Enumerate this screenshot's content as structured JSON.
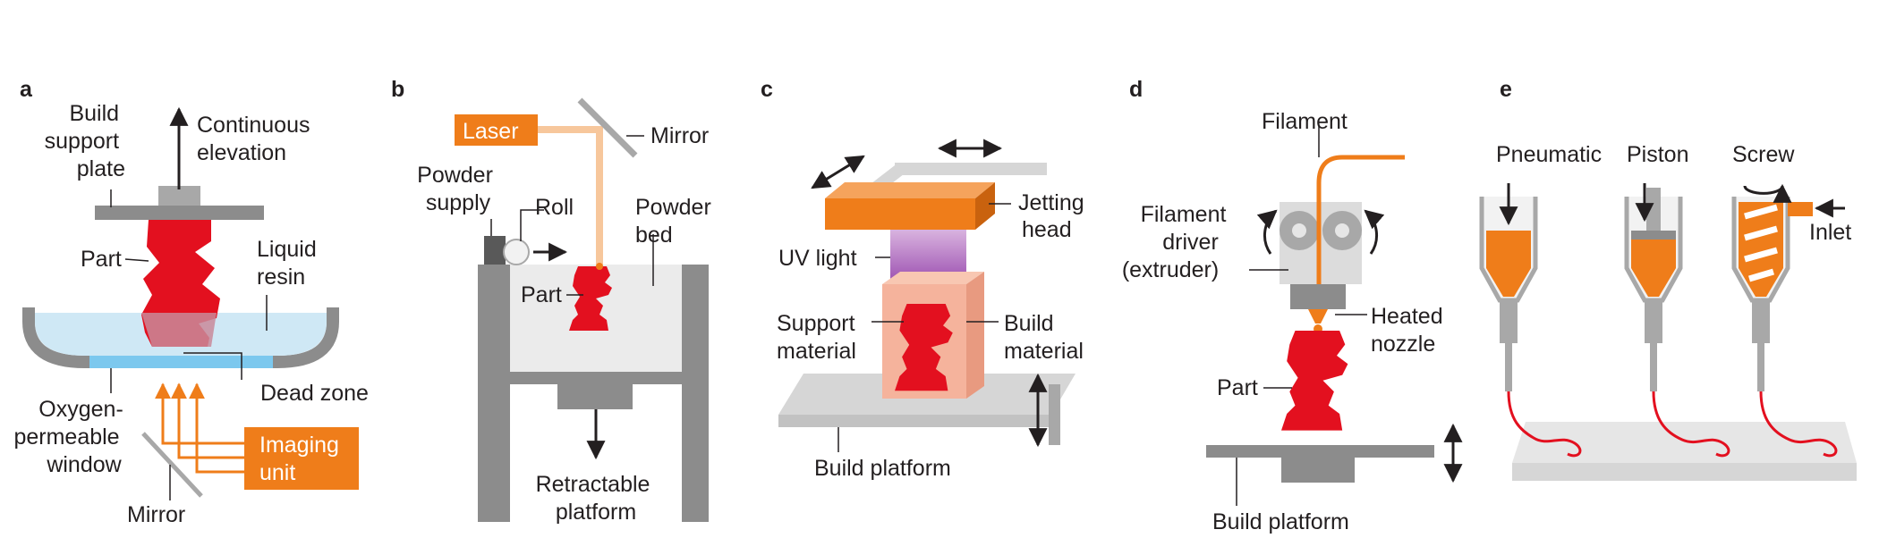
{
  "colors": {
    "orange": "#ef7d1a",
    "red": "#e3101f",
    "gray_dark": "#8c8c8c",
    "gray_mid": "#a8a8a8",
    "gray_light": "#d6d6d6",
    "resin_blue": "#cfe8f5",
    "window_blue": "#7cc8ee",
    "uv_purple": "#b06ec0",
    "build_pink": "#f5b39c"
  },
  "panels": {
    "a": {
      "letter": "a",
      "build_support_plate": [
        "Build",
        "support",
        "plate"
      ],
      "continuous_elevation": [
        "Continuous",
        "elevation"
      ],
      "part": "Part",
      "liquid_resin": [
        "Liquid",
        "resin"
      ],
      "dead_zone": "Dead zone",
      "oxygen_window": [
        "Oxygen-",
        "permeable",
        "window"
      ],
      "imaging_unit": [
        "Imaging",
        "unit"
      ],
      "mirror": "Mirror"
    },
    "b": {
      "letter": "b",
      "laser": "Laser",
      "mirror": "Mirror",
      "powder_supply": [
        "Powder",
        "supply"
      ],
      "roll": "Roll",
      "powder_bed": [
        "Powder",
        "bed"
      ],
      "part": "Part",
      "retractable_platform": [
        "Retractable",
        "platform"
      ]
    },
    "c": {
      "letter": "c",
      "jetting_head": [
        "Jetting",
        "head"
      ],
      "uv_light": "UV light",
      "support_material": [
        "Support",
        "material"
      ],
      "build_material": [
        "Build",
        "material"
      ],
      "build_platform": "Build platform"
    },
    "d": {
      "letter": "d",
      "filament": "Filament",
      "filament_driver": [
        "Filament",
        "driver",
        "(extruder)"
      ],
      "heated_nozzle": [
        "Heated",
        "nozzle"
      ],
      "part": "Part",
      "build_platform": "Build platform"
    },
    "e": {
      "letter": "e",
      "pneumatic": "Pneumatic",
      "piston": "Piston",
      "screw": "Screw",
      "inlet": "Inlet"
    }
  }
}
